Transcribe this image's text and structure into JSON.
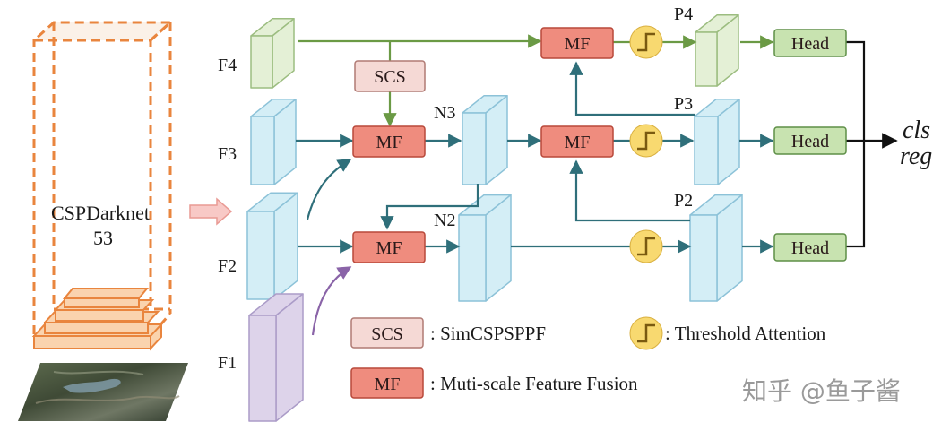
{
  "backbone": {
    "name_line1": "CSPDarknet",
    "name_line2": "53"
  },
  "inputs": {
    "f1": "F1",
    "f2": "F2",
    "f3": "F3",
    "f4": "F4"
  },
  "nodes": {
    "n2": "N2",
    "n3": "N3",
    "p2": "P2",
    "p3": "P3",
    "p4": "P4"
  },
  "blocks": {
    "scs": "SCS",
    "mf": "MF",
    "head": "Head"
  },
  "outputs": {
    "cls": "cls",
    "reg": "reg"
  },
  "legend": {
    "scs_key": "SCS",
    "scs_desc": ": SimCSPSPPF",
    "ta_desc": ": Threshold Attention",
    "mf_key": "MF",
    "mf_desc": ": Muti-scale Feature Fusion"
  },
  "watermark": "知乎 @鱼子酱",
  "colors": {
    "mf_fill": "#ef8c7e",
    "mf_stroke": "#b8483a",
    "scs_fill": "#f5d9d5",
    "scs_stroke": "#b07a74",
    "head_fill": "#c8e3b0",
    "head_stroke": "#5e8f47",
    "ta_fill": "#f8d970",
    "ta_stroke": "#b58a1a",
    "f4_fill": "#e4f0d6",
    "f4_stroke": "#9cbd80",
    "blue_fill": "#d4eef6",
    "blue_stroke": "#8cc2d8",
    "f1_fill": "#ddd3ea",
    "f1_stroke": "#ab9cc8",
    "backbone_orange": "#e9853e",
    "teal_arrow": "#2f6f7a",
    "green_arrow": "#6b9a45",
    "purple_arrow": "#8a64a8"
  }
}
